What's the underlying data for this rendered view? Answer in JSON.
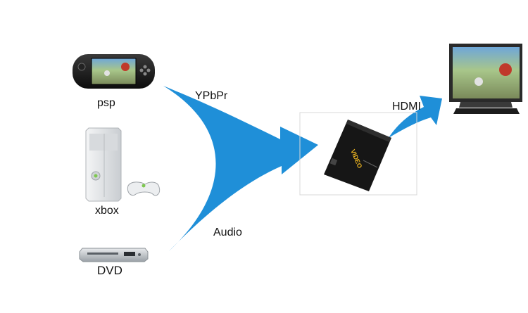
{
  "labels": {
    "psp": "psp",
    "xbox": "xbox",
    "dvd": "DVD",
    "ypbpr": "YPbPr",
    "audio": "Audio",
    "hdmi": "HDMI"
  },
  "converter_brand": "VIDEO",
  "colors": {
    "arrow_blue": "#1f8fd8",
    "device_black": "#1a1a1a",
    "xbox_white": "#e6e8ea",
    "frame_gray": "#d8d8d8"
  },
  "icons": [
    "psp-console-icon",
    "xbox-console-icon",
    "game-controller-icon",
    "dvd-player-icon",
    "converter-box-icon",
    "tv-monitor-icon"
  ]
}
